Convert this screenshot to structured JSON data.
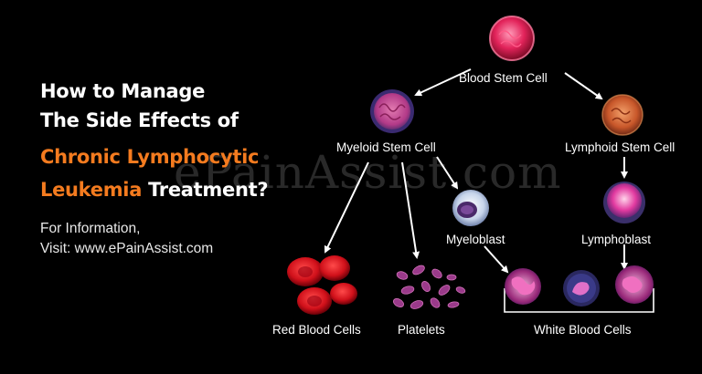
{
  "title": {
    "line1": "How to Manage",
    "line2": "The Side Effects of",
    "line3": "Chronic Lymphocytic",
    "line4_accent": "Leukemia",
    "line4_rest": " Treatment?"
  },
  "info": {
    "line1": "For Information,",
    "line2": "Visit: www.ePainAssist.com"
  },
  "watermark": "ePainAssist.com",
  "nodes": {
    "blood_stem": "Blood Stem Cell",
    "myeloid_stem": "Myeloid Stem Cell",
    "lymphoid_stem": "Lymphoid Stem Cell",
    "myeloblast": "Myeloblast",
    "lymphoblast": "Lymphoblast",
    "red_blood": "Red Blood Cells",
    "platelets": "Platelets",
    "white_blood": "White Blood Cells"
  },
  "colors": {
    "accent": "#f47b1f",
    "text": "#ffffff",
    "background": "#000000",
    "red_cell": "#d0101a",
    "platelet": "#b23a88",
    "white_cell": "#e23aa0"
  },
  "icons": [
    "blood-stem-cell-icon",
    "myeloid-stem-cell-icon",
    "lymphoid-stem-cell-icon",
    "myeloblast-icon",
    "lymphoblast-icon",
    "red-blood-cells-icon",
    "platelets-icon",
    "white-blood-cell-icon"
  ]
}
